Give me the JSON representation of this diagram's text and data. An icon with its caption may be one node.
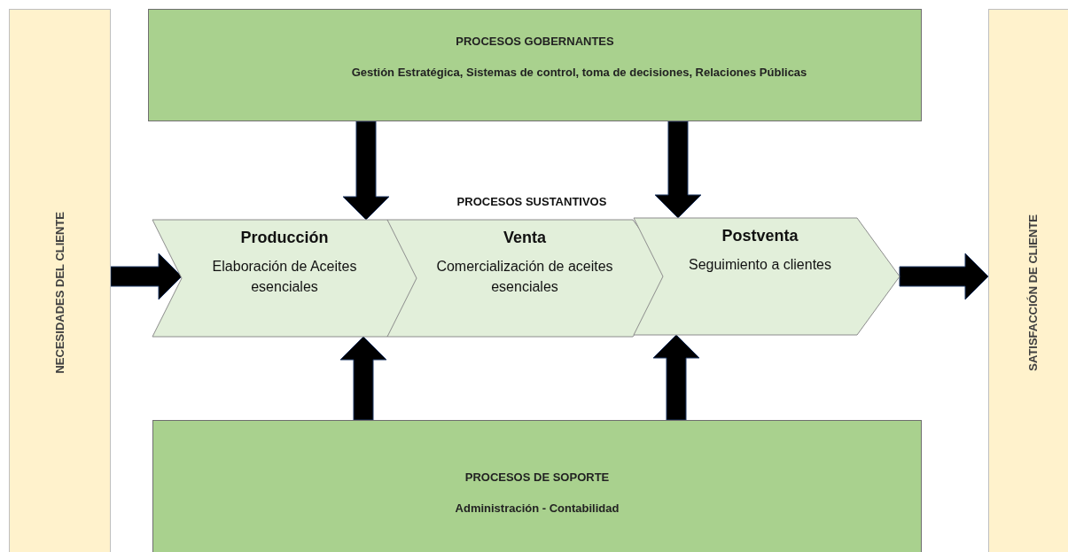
{
  "diagram": {
    "nodes": [
      {
        "text": [
          "NECESIDADES DEL CLIENTE"
        ]
      },
      {
        "text": [
          "PROCESOS GOBERNANTES",
          "Gestión Estratégica, Sistemas de control, toma de decisiones, Relaciones Públicas"
        ]
      },
      {
        "text": [
          "Producción",
          "Elaboración de Aceites esenciales"
        ]
      },
      {
        "text": [
          "Venta",
          "Comercialización de aceites esenciales"
        ]
      },
      {
        "text": [
          "Postventa",
          "Seguimiento a clientes"
        ]
      },
      {
        "text": [
          "PROCESOS DE SOPORTE",
          "Administración - Contabilidad"
        ]
      },
      {
        "text": [
          "SATISFACCIÓN DE CLIENTE"
        ]
      }
    ],
    "edges": [
      {
        "from": 1,
        "to": 2,
        "arrow": "to",
        "style": "thick"
      },
      {
        "from": 1,
        "to": 4,
        "arrow": "to",
        "style": "thick"
      },
      {
        "from": 0,
        "to": 2,
        "arrow": "to",
        "style": "thick"
      },
      {
        "from": 4,
        "to": 6,
        "arrow": "to",
        "style": "thick"
      },
      {
        "from": 5,
        "to": 2,
        "arrow": "to",
        "style": "thick"
      },
      {
        "from": 5,
        "to": 4,
        "arrow": "to",
        "style": "thick"
      }
    ],
    "labels": [
      "PROCESOS SUSTANTIVOS"
    ]
  }
}
